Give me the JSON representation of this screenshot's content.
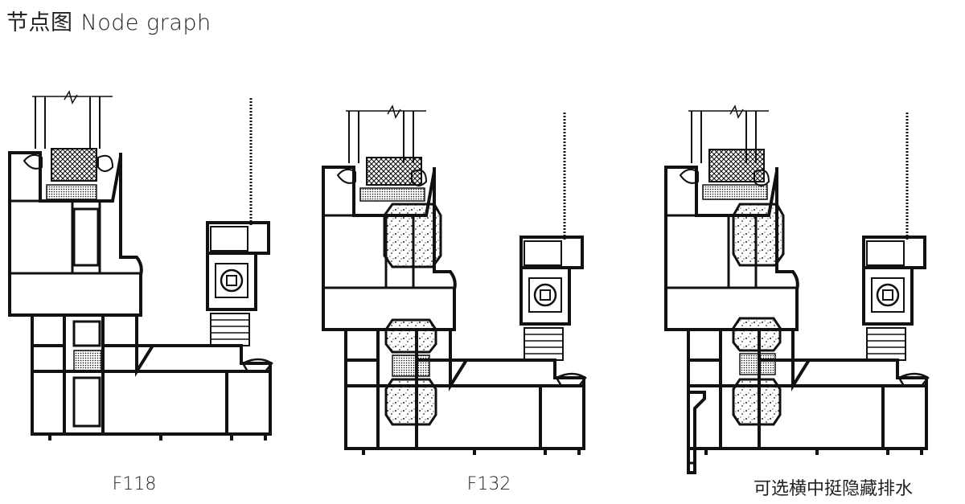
{
  "header": {
    "title_cn": "节点图",
    "title_en": "Node graph"
  },
  "nodes": [
    {
      "label": "F118"
    },
    {
      "label": "F132"
    },
    {
      "label": "可选横中挺隐藏排水"
    }
  ]
}
